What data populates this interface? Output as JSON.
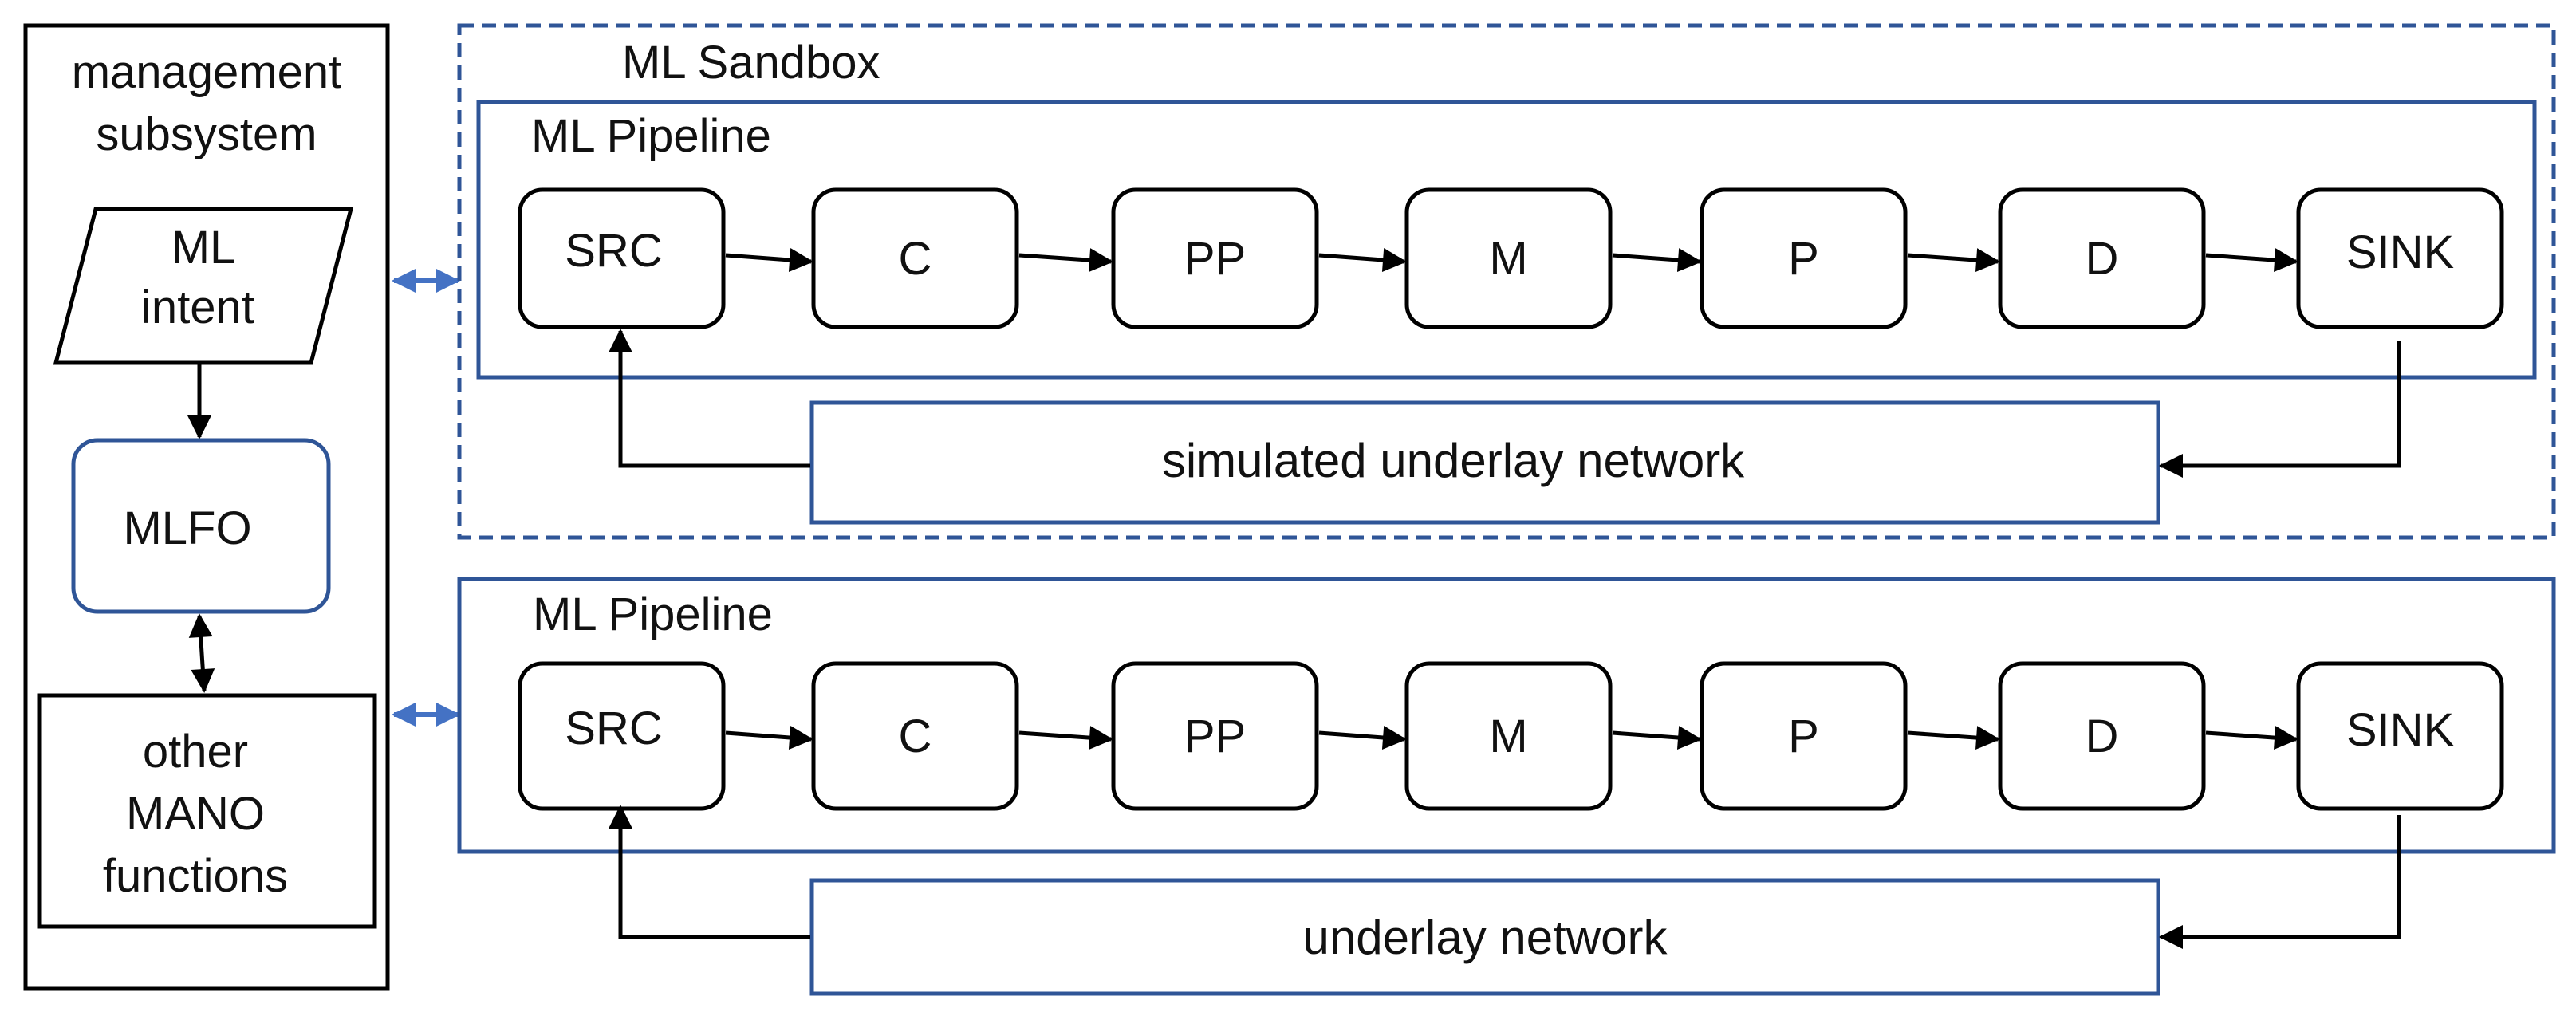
{
  "colors": {
    "black": "#000000",
    "blue": "#2f5597",
    "connector_blue": "#4472c4"
  },
  "management": {
    "title_line1": "management",
    "title_line2": "subsystem",
    "ml_intent_line1": "ML",
    "ml_intent_line2": "intent",
    "mlfo": "MLFO",
    "other_line1": "other",
    "other_line2": "MANO",
    "other_line3": "functions"
  },
  "sandbox": {
    "title": "ML Sandbox",
    "pipeline_title": "ML Pipeline",
    "stages": [
      "SRC",
      "C",
      "PP",
      "M",
      "P",
      "D",
      "SINK"
    ],
    "network": "simulated underlay network"
  },
  "production": {
    "pipeline_title": "ML Pipeline",
    "stages": [
      "SRC",
      "C",
      "PP",
      "M",
      "P",
      "D",
      "SINK"
    ],
    "network": "underlay network"
  }
}
